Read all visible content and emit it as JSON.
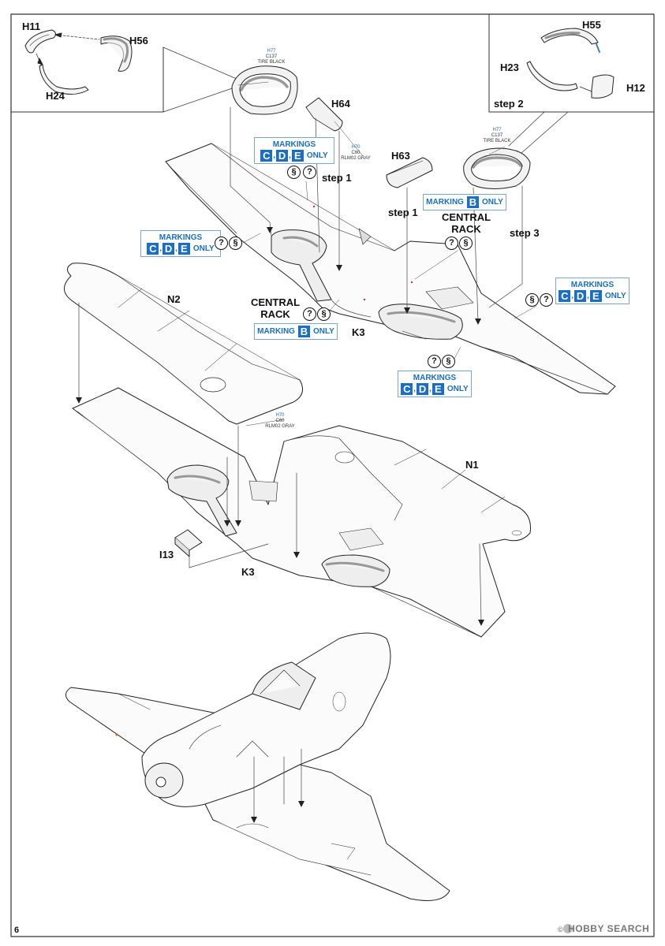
{
  "page_number": "6",
  "part_labels": {
    "h11": "H11",
    "h56": "H56",
    "h24": "H24",
    "h55": "H55",
    "h23": "H23",
    "h12": "H12",
    "h64": "H64",
    "h63": "H63",
    "n2": "N2",
    "n1": "N1",
    "k3_top": "K3",
    "k3_bottom": "K3",
    "i13": "I13"
  },
  "step_labels": {
    "step2": "step 2",
    "step1_a": "step 1",
    "step1_b": "step 1",
    "step3": "step 3"
  },
  "central_rack": {
    "right": {
      "line1": "CENTRAL",
      "line2": "RACK"
    },
    "left": {
      "line1": "CENTRAL",
      "line2": "RACK"
    }
  },
  "paint_callouts": {
    "tire_left": {
      "code": "H77",
      "name": "C137",
      "desc": "TIRE BLACK"
    },
    "gray_top": {
      "code": "H70",
      "name": "C60",
      "desc": "RLM02 GRAY"
    },
    "tire_right": {
      "code": "H77",
      "name": "C137",
      "desc": "TIRE BLACK"
    },
    "gray_mid": {
      "code": "H70",
      "name": "C60",
      "desc": "RLM02 GRAY"
    }
  },
  "marking_boxes": {
    "cde_upper": {
      "title": "MARKINGS",
      "letters": [
        "C",
        "D",
        "E"
      ],
      "suffix": "ONLY"
    },
    "cde_left": {
      "title": "MARKINGS",
      "letters": [
        "C",
        "D",
        "E"
      ],
      "suffix": "ONLY"
    },
    "cde_right": {
      "title": "MARKINGS",
      "letters": [
        "C",
        "D",
        "E"
      ],
      "suffix": "ONLY"
    },
    "cde_bottom": {
      "title": "MARKINGS",
      "letters": [
        "C",
        "D",
        "E"
      ],
      "suffix": "ONLY"
    },
    "b_top": {
      "prefix": "MARKING",
      "letter": "B",
      "suffix": "ONLY"
    },
    "b_left": {
      "prefix": "MARKING",
      "letter": "B",
      "suffix": "ONLY"
    }
  },
  "symbols": {
    "glue": "§",
    "optional": "?"
  },
  "watermark": {
    "brand": "HOBBY SEARCH",
    "copyright": "©"
  }
}
